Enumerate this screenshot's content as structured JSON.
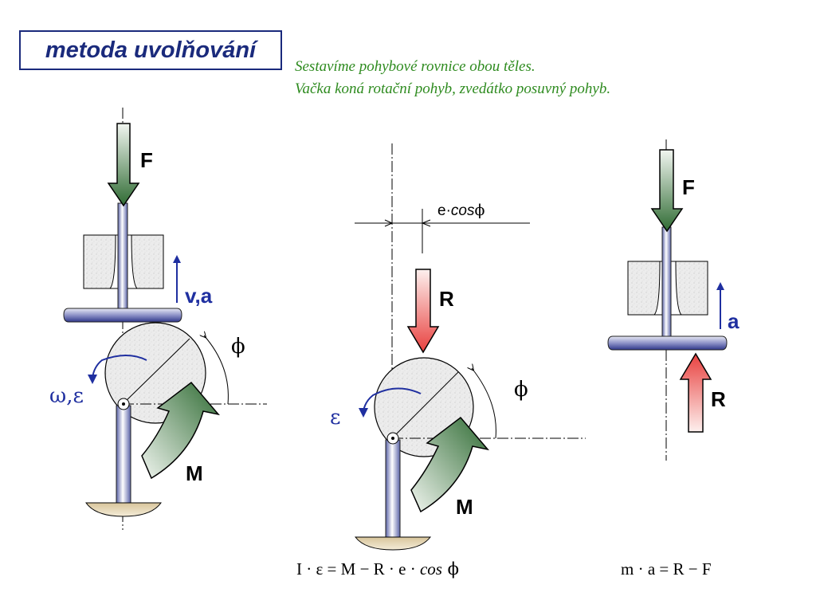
{
  "title": "metoda uvolňování",
  "subtitle": {
    "line1": "Sestavíme pohybové rovnice obou těles.",
    "line2": "Vačka koná rotační pohyb, zvedátko posuvný pohyb."
  },
  "labels": {
    "F": "F",
    "va": "v,a",
    "phi": "ϕ",
    "omega_eps": "ω,ε",
    "M": "M",
    "R": "R",
    "eps": "ε",
    "a": "a",
    "ecos_e": "e·",
    "ecos_cos": "cos",
    "ecos_phi": "ϕ"
  },
  "equations": {
    "eq1_left": "I · ε = M − R · e · ",
    "eq1_cos": "cos",
    "eq1_phi": " ϕ",
    "eq2": "m · a = R − F"
  },
  "colors": {
    "title": "#1a2a7c",
    "subtitle": "#2e8b1f",
    "blue_arrow": "#1f2fa0",
    "green_arrow": "#2e6e38",
    "red_arrow": "#e8413f"
  }
}
